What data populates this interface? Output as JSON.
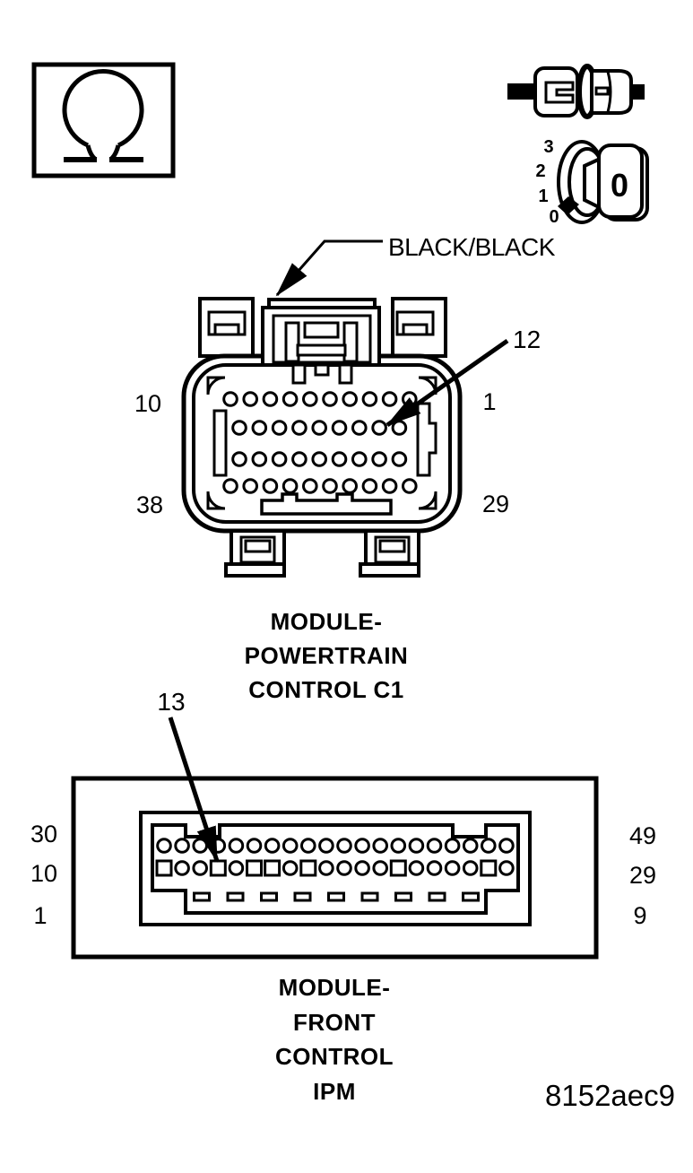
{
  "figure": {
    "code": "8152aec9",
    "wire_label": "BLACK/BLACK"
  },
  "meter": {
    "symbol": "ohmmeter-omega"
  },
  "ignition": {
    "positions": [
      "3",
      "2",
      "1",
      "0"
    ],
    "key_label": "0"
  },
  "pcm": {
    "title_lines": [
      "MODULE-",
      "POWERTRAIN",
      "CONTROL C1"
    ],
    "pin_top_left": "10",
    "pin_top_right": "1",
    "pin_bottom_left": "38",
    "pin_bottom_right": "29",
    "callout_pin": "12",
    "pin_rows": [
      10,
      9,
      9,
      10
    ],
    "total_pins": 38
  },
  "ipm": {
    "title_lines": [
      "MODULE-",
      "FRONT",
      "CONTROL",
      "IPM"
    ],
    "left_labels": [
      "30",
      "10",
      "1"
    ],
    "right_labels": [
      "49",
      "29",
      "9"
    ],
    "callout_pin": "13",
    "row1_count": 20,
    "row3_count": 9,
    "row2_shapes": [
      "square",
      "circle",
      "circle",
      "square",
      "circle",
      "square",
      "square",
      "circle",
      "square",
      "circle",
      "circle",
      "circle",
      "circle",
      "square",
      "circle",
      "circle",
      "circle",
      "circle",
      "square",
      "circle"
    ]
  }
}
